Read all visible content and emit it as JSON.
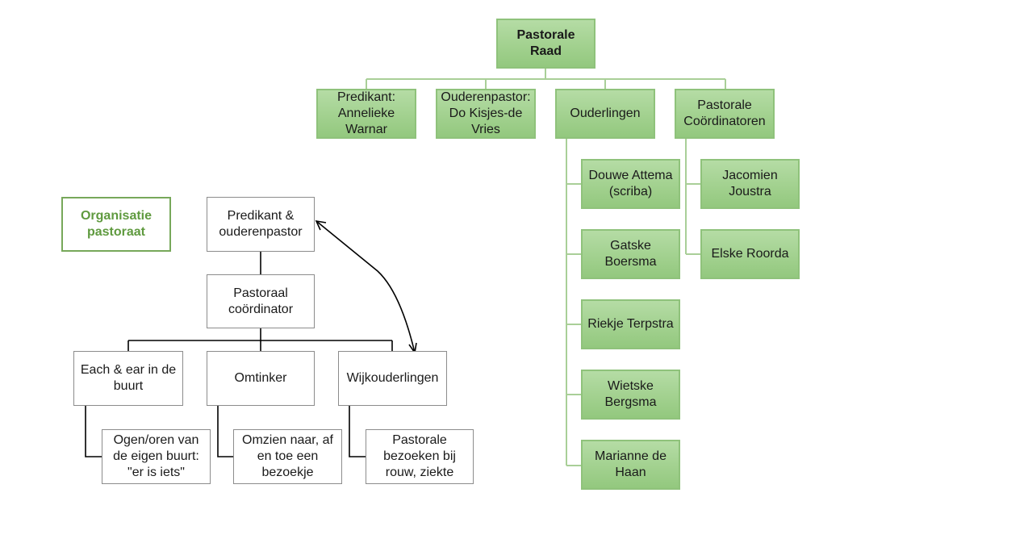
{
  "top_chart": {
    "root": "Pastorale Raad",
    "children": {
      "predikant": "Predikant: Annelieke Warnar",
      "ouderenpastor": "Ouderenpastor: Do Kisjes-de Vries",
      "ouderlingen": "Ouderlingen",
      "coordinatoren": "Pastorale Coördinatoren"
    },
    "ouderlingen_members": [
      "Douwe Attema (scriba)",
      "Gatske Boersma",
      "Riekje Terpstra",
      "Wietske Bergsma",
      "Marianne de Haan"
    ],
    "coordinatoren_members": [
      "Jacomien Joustra",
      "Elske Roorda"
    ]
  },
  "pastoraat_chart": {
    "title": "Organisatie pastoraat",
    "top": "Predikant & ouderenpastor",
    "coordinator": "Pastoraal coördinator",
    "branches": [
      {
        "label": "Each & ear in de buurt",
        "detail": "Ogen/oren van de eigen buurt: \"er is iets\""
      },
      {
        "label": "Omtinker",
        "detail": "Omzien naar, af en toe een bezoekje"
      },
      {
        "label": "Wijkouderlingen",
        "detail": "Pastorale bezoeken bij rouw, ziekte"
      }
    ]
  },
  "colors": {
    "green_fill": "#a2d18f",
    "green_border": "#8fc27b",
    "title_green": "#5f9a3f",
    "connector_green": "#a9cf98"
  }
}
